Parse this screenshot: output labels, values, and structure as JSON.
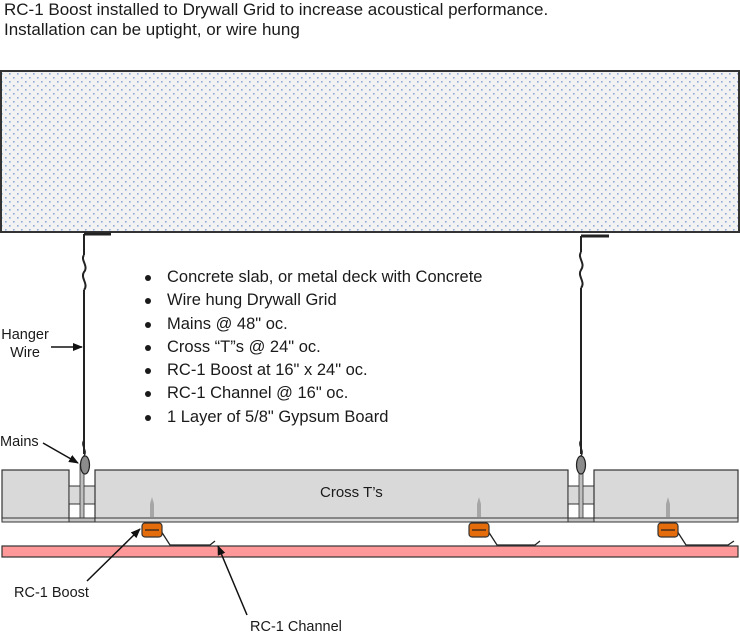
{
  "title": {
    "line1": "RC-1 Boost installed to Drywall Grid to increase acoustical performance.",
    "line2": "Installation can be uptight, or wire hung"
  },
  "bullets": [
    "Concrete slab, or metal deck with Concrete",
    "Wire hung Drywall Grid",
    "Mains @ 48\" oc.",
    "Cross “T”s @ 24\" oc.",
    "RC-1 Boost at 16\" x 24\" oc.",
    "RC-1 Channel @ 16\" oc.",
    "1 Layer of 5/8\" Gypsum Board"
  ],
  "labels": {
    "hanger_wire": "Hanger\nWire",
    "hanger_line1": "Hanger",
    "hanger_line2": "Wire",
    "mains": "Mains",
    "cross_ts": "Cross T’s",
    "rc1_boost": "RC-1 Boost",
    "rc1_channel": "RC-1 Channel"
  },
  "colors": {
    "slab_fill": "#f2f2f2",
    "slab_dots": "#8ea9d8",
    "grid_fill": "#d9d9d9",
    "boost_fill": "#e46c0a",
    "gypsum_fill": "#ff9999",
    "outline": "#333333"
  }
}
